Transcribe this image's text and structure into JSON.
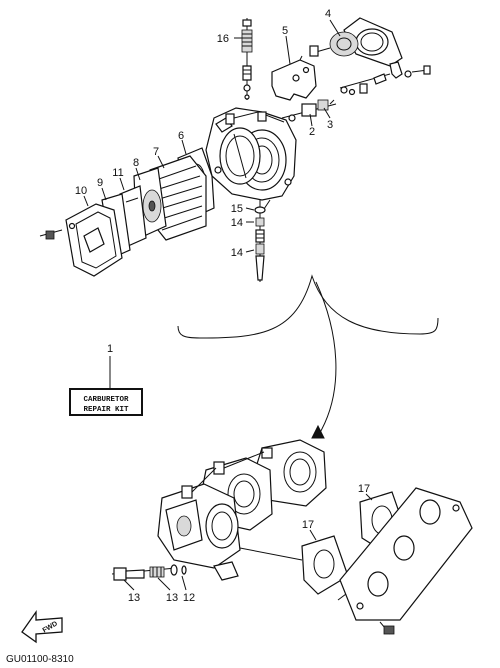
{
  "diagram": {
    "part_numbers": {
      "p1": "1",
      "p2": "2",
      "p3": "3",
      "p4": "4",
      "p5": "5",
      "p6": "6",
      "p7": "7",
      "p8": "8",
      "p9": "9",
      "p10": "10",
      "p11": "11",
      "p12": "12",
      "p13a": "13",
      "p13b": "13",
      "p14a": "14",
      "p14b": "14",
      "p15": "15",
      "p16": "16",
      "p17a": "17",
      "p17b": "17"
    },
    "kit_label_line1": "CARBURETOR",
    "kit_label_line2": "REPAIR KIT",
    "fwd_label": "FWD",
    "drawing_code": "GU01100-8310"
  }
}
